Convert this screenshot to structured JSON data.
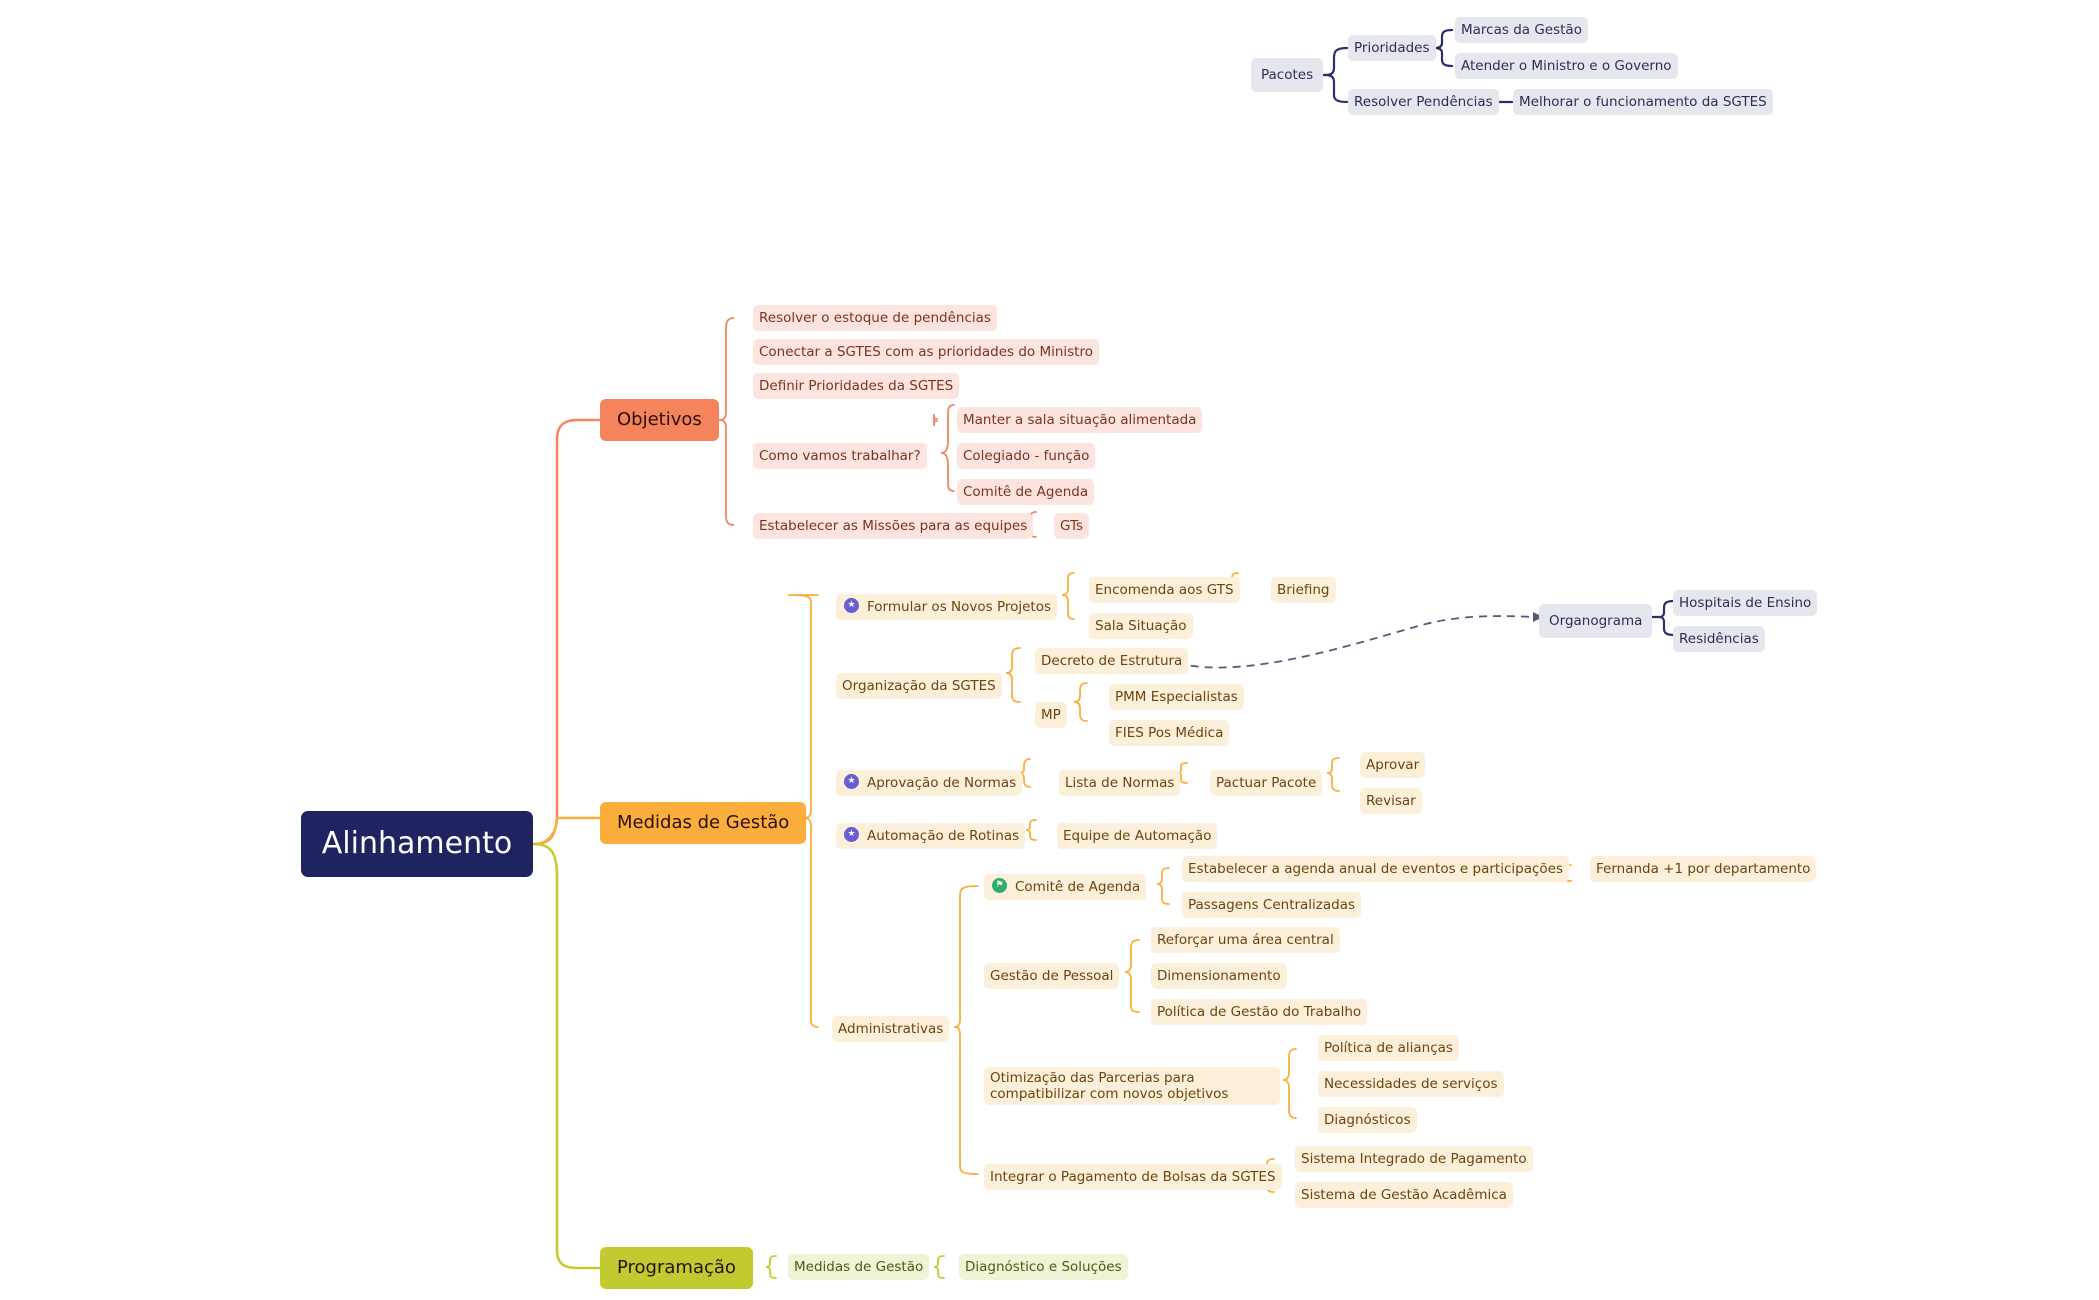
{
  "root": "Alinhamento",
  "objetivos": {
    "title": "Objetivos",
    "items": [
      "Resolver o estoque de pendências",
      "Conectar a SGTES com as prioridades do Ministro",
      "Definir Prioridades da SGTES"
    ],
    "como": "Como vamos trabalhar?",
    "como_items": [
      "Manter a sala situação alimentada",
      "Colegiado - função",
      "Comitê de Agenda"
    ],
    "missoes": "Estabelecer as Missões para as equipes",
    "gts": "GTs"
  },
  "medidas": {
    "title": "Medidas de Gestão",
    "formular": "Formular os Novos Projetos",
    "encomenda": "Encomenda aos GTS",
    "briefing": "Briefing",
    "sala": "Sala Situação",
    "organizacao": "Organização da SGTES",
    "decreto": "Decreto de Estrutura",
    "mp": "MP",
    "mp_items": [
      "PMM Especialistas",
      "FIES Pos Médica"
    ],
    "aprovacao": "Aprovação de Normas",
    "lista": "Lista de Normas",
    "pactuar": "Pactuar Pacote",
    "aprovar": "Aprovar",
    "revisar": "Revisar",
    "automacao": "Automação de Rotinas",
    "equipe": "Equipe de Automação",
    "administrativas": "Administrativas",
    "comite": "Comitê de Agenda",
    "agenda": "Estabelecer a agenda anual de eventos e participações",
    "fernanda": "Fernanda +1 por departamento",
    "passagens": "Passagens Centralizadas",
    "gestao_pessoal": "Gestão de Pessoal",
    "gp_items": [
      "Reforçar uma área central",
      "Dimensionamento",
      "Política de Gestão do Trabalho"
    ],
    "otimizacao": "Otimização das Parcerias para compatibilizar com novos objetivos",
    "ot_items": [
      "Política de alianças",
      "Necessidades de serviços",
      "Diagnósticos"
    ],
    "integrar": "Integrar o Pagamento de Bolsas da SGTES",
    "int_items": [
      "Sistema Integrado de Pagamento",
      "Sistema de Gestão Acadêmica"
    ]
  },
  "programacao": {
    "title": "Programação",
    "medidas": "Medidas de Gestão",
    "diagnostico": "Diagnóstico e Soluções"
  },
  "pacotes": {
    "title": "Pacotes",
    "prioridades": "Prioridades",
    "prio_items": [
      "Marcas da Gestão",
      "Atender o Ministro e o Governo"
    ],
    "resolver": "Resolver Pendências",
    "melhorar": "Melhorar o funcionamento da SGTES"
  },
  "organograma": {
    "title": "Organograma",
    "items": [
      "Hospitais de Ensino",
      "Residências"
    ]
  },
  "colors": {
    "root": "#1f2360",
    "objetivos": "#f5845d",
    "medidas": "#fbae3c",
    "programacao": "#c1cb2f",
    "pacotes": "#2c2f6e"
  },
  "icons": [
    "star-icon",
    "flag-icon"
  ]
}
